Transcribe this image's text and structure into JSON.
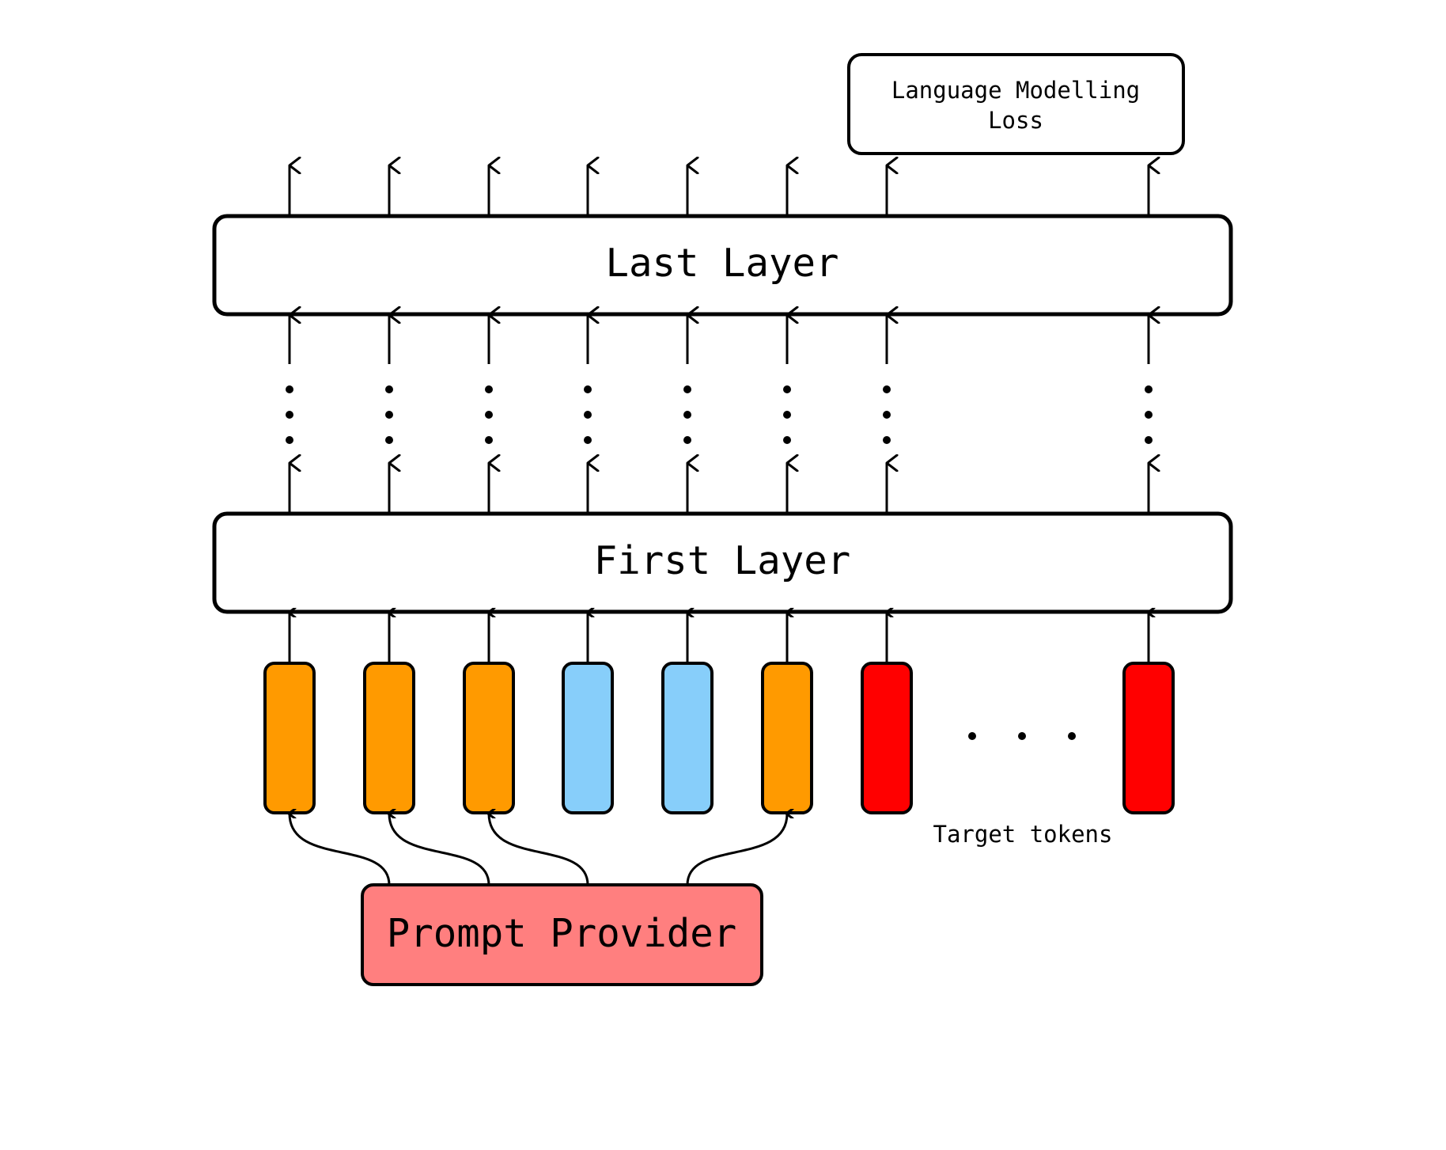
{
  "colors": {
    "prompt_token": "#FF9A00",
    "input_token": "#87CEFA",
    "target_token": "#FF0000",
    "prompt_provider": "#FF7F7F",
    "stroke": "#000000",
    "background": "#FFFFFF"
  },
  "labels": {
    "loss": [
      "Language Modelling",
      "Loss"
    ],
    "last_layer": "Last Layer",
    "first_layer": "First Layer",
    "prompt_provider": "Prompt Provider",
    "target_tokens": "Target tokens"
  },
  "tokens": [
    "prompt",
    "prompt",
    "prompt",
    "input",
    "input",
    "prompt",
    "target",
    "target"
  ],
  "prompt_connections": [
    [
      0,
      1
    ],
    [
      1,
      2
    ],
    [
      2,
      3
    ],
    [
      5,
      4
    ]
  ]
}
